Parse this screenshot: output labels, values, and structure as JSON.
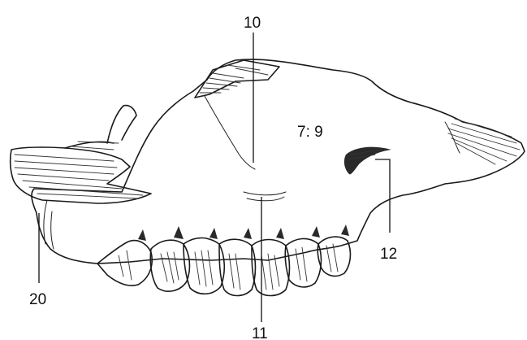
{
  "labels": {
    "top_center": "10",
    "region_code": "7: 9",
    "right_lower": "12",
    "left_lower": "20",
    "bottom_center": "11"
  }
}
